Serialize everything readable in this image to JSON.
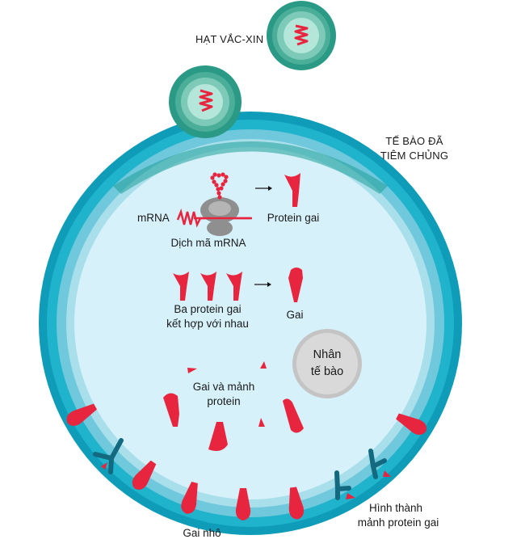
{
  "title": "Cơ chế hoạt động của vắc-xin mRNA",
  "labels": {
    "vaccine_particle": "HẠT VẮC-XIN",
    "vaccinated_cell_line1": "TẾ BÀO ĐÃ",
    "vaccinated_cell_line2": "TIÊM CHỦNG",
    "mrna": "mRNA",
    "translation": "Dịch mã mRNA",
    "spike_protein": "Protein gai",
    "three_proteins_line1": "Ba protein gai",
    "three_proteins_line2": "kết hợp với nhau",
    "spike": "Gai",
    "nucleus_line1": "Nhân",
    "nucleus_line2": "tế bào",
    "fragments_line1": "Gai và mảnh",
    "fragments_line2": "protein",
    "surface_spikes": "Gai nhô",
    "fragment_formation_line1": "Hình thành",
    "fragment_formation_line2": "mảnh protein gai"
  },
  "colors": {
    "spike_red": "#e8253f",
    "membrane_outer": "#0e9cb8",
    "membrane_mid": "#22b4cc",
    "membrane_light": "#7ccde0",
    "cytoplasm": "#d6f1fa",
    "vaccine_outer": "#2a9a86",
    "vaccine_mid": "#5dbaa6",
    "vaccine_inner": "#b5e6da",
    "nucleus": "#d9d9d9",
    "ribosome": "#8f8f8f",
    "antibody": "#136a80"
  },
  "icons": {
    "arrow": "right-arrow-icon",
    "mrna_strand": "mrna-wave-icon",
    "ribosome": "ribosome-icon",
    "spike_protein": "spike-protein-icon",
    "antibody": "y-shaped-receptor-icon"
  }
}
